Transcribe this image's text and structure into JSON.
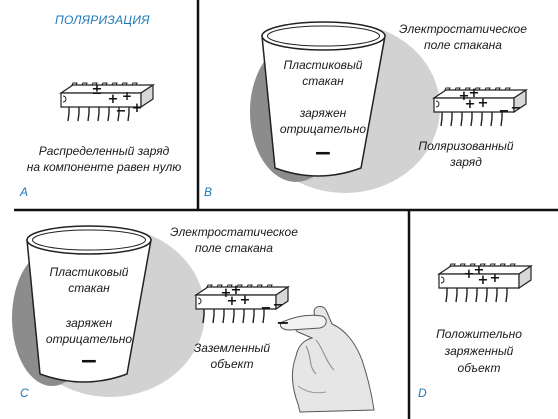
{
  "title": "ПОЛЯРИЗАЦИЯ",
  "panels": {
    "a": {
      "letter": "A",
      "caption": [
        "Распределенный заряд",
        "на компоненте равен нулю"
      ],
      "chip_signs": [
        "±",
        "+",
        "+",
        "−",
        "+"
      ]
    },
    "b": {
      "letter": "B",
      "cup_text": [
        "Пластиковый",
        "стакан",
        "",
        "заряжен",
        "отрицательно"
      ],
      "cup_sign": "−",
      "field_label": [
        "Электростатическое",
        "поле стакана"
      ],
      "chip_label": [
        "Поляризованный",
        "заряд"
      ],
      "chip_signs": [
        "+",
        "+",
        "+",
        "+",
        "−",
        "−"
      ]
    },
    "c": {
      "letter": "C",
      "cup_text": [
        "Пластиковый",
        "стакан",
        "",
        "заряжен",
        "отрицательно"
      ],
      "cup_sign": "−",
      "field_label": [
        "Электростатическое",
        "поле стакана"
      ],
      "ground_label": [
        "Заземленный",
        "объект"
      ],
      "chip_signs": [
        "+",
        "+",
        "+",
        "+",
        "−",
        "−"
      ],
      "finger_sign": "−"
    },
    "d": {
      "letter": "D",
      "caption": [
        "Положительно",
        "заряженный",
        "объект"
      ],
      "chip_signs": [
        "+",
        "+",
        "+",
        "+"
      ]
    }
  },
  "colors": {
    "title": "#1e78b8",
    "field_dark": "#8c8c8c",
    "field_light": "#d2d2d2",
    "divider": "#111111"
  }
}
